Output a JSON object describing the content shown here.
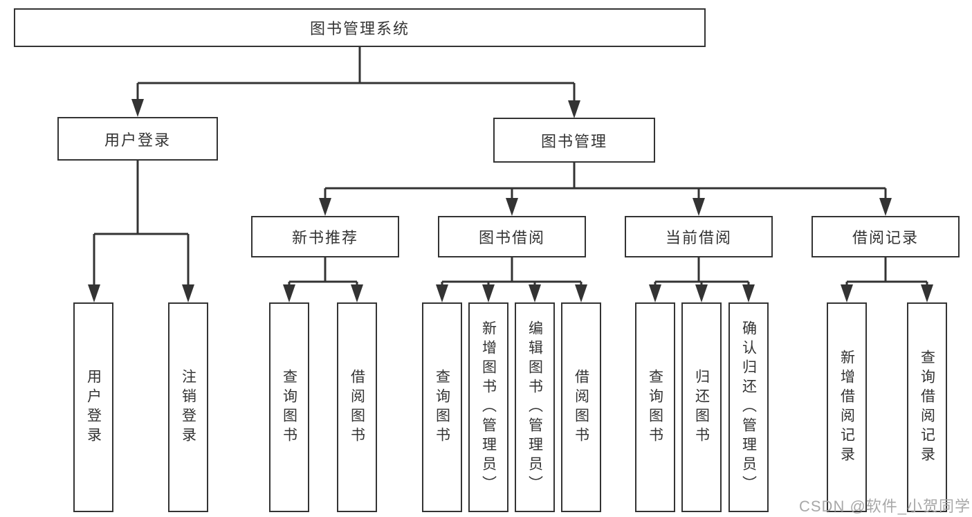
{
  "colors": {
    "line": "#333333",
    "text": "#333333",
    "watermark": "#a8a8a8",
    "background": "#ffffff"
  },
  "tree": {
    "root": {
      "label": "图书管理系统"
    },
    "children": [
      {
        "label": "用户登录",
        "children": [
          {
            "label": "用户登录"
          },
          {
            "label": "注销登录"
          }
        ]
      },
      {
        "label": "图书管理",
        "children": [
          {
            "label": "新书推荐",
            "children": [
              {
                "label": "查询图书"
              },
              {
                "label": "借阅图书"
              }
            ]
          },
          {
            "label": "图书借阅",
            "children": [
              {
                "label": "查询图书"
              },
              {
                "label": "新增图书（管理员）"
              },
              {
                "label": "编辑图书（管理员）"
              },
              {
                "label": "借阅图书"
              }
            ]
          },
          {
            "label": "当前借阅",
            "children": [
              {
                "label": "查询图书"
              },
              {
                "label": "归还图书"
              },
              {
                "label": "确认归还（管理员）"
              }
            ]
          },
          {
            "label": "借阅记录",
            "children": [
              {
                "label": "新增借阅记录"
              },
              {
                "label": "查询借阅记录"
              }
            ]
          }
        ]
      }
    ]
  },
  "watermark": {
    "text": "CSDN @软件_小贺同学"
  }
}
